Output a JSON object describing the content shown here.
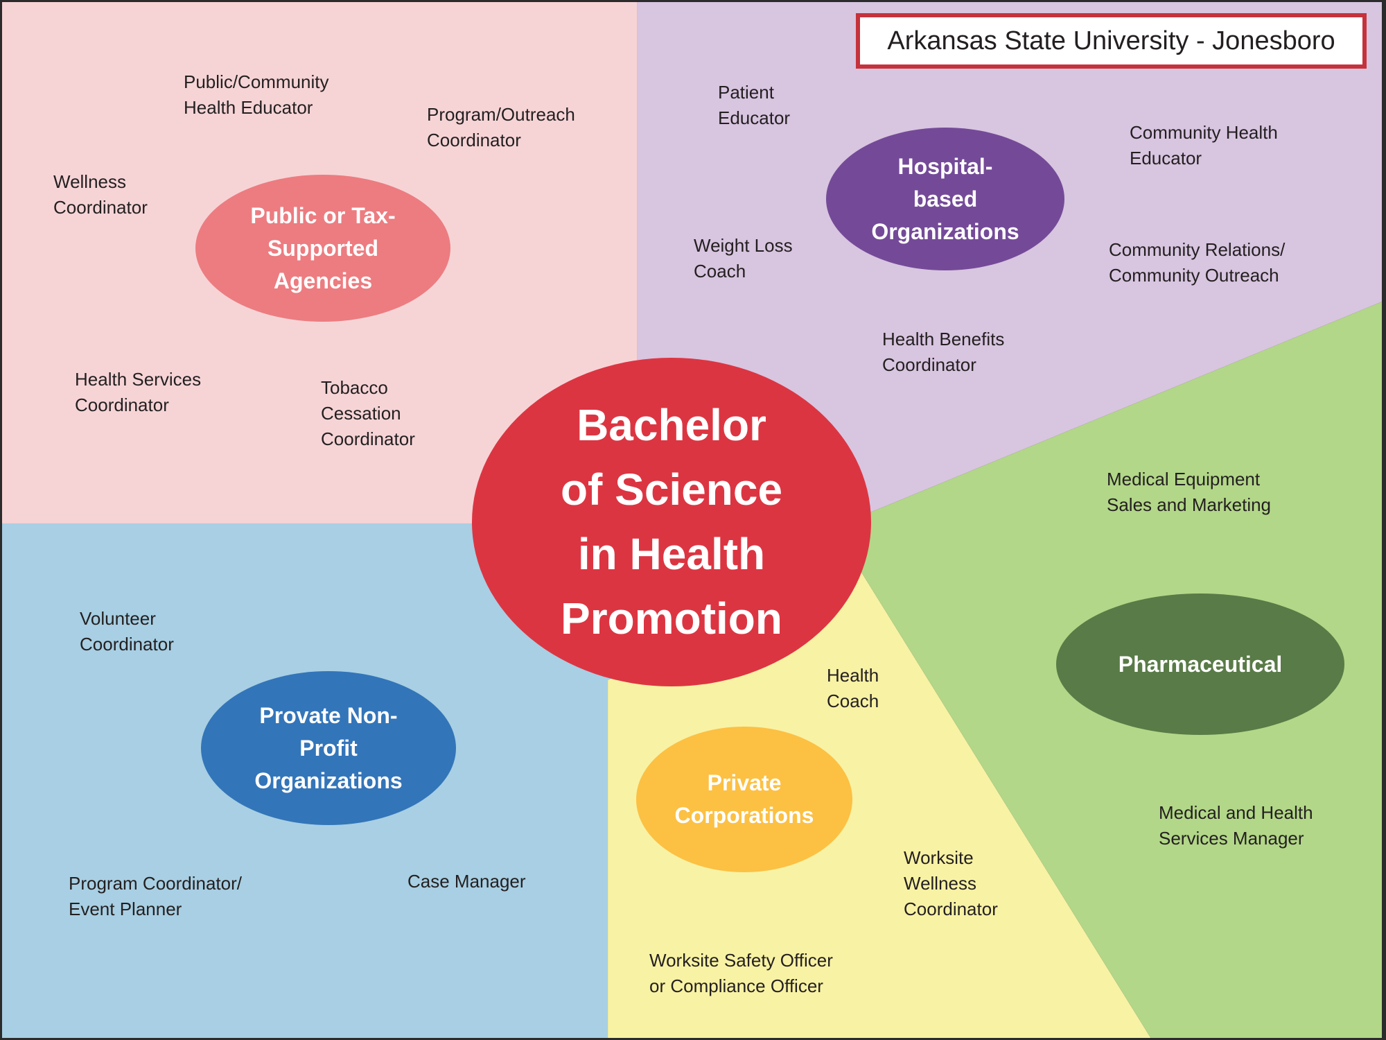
{
  "title": "Arkansas State University - Jonesboro",
  "colors": {
    "pink": "#f6d4d6",
    "purple": "#d8c5e0",
    "blue": "#a8cfe3",
    "yellow": "#f8f2a4",
    "green": "#b2d788",
    "center": "#dc3542"
  },
  "center": "Bachelor\nof Science\nin Health\nPromotion",
  "sectors": {
    "public": {
      "name": "Public or Tax-\nSupported\nAgencies",
      "color": "#ec7c80",
      "jobs": [
        "Public/Community\nHealth Educator",
        "Program/Outreach\nCoordinator",
        "Wellness\nCoordinator",
        "Health Services\nCoordinator",
        "Tobacco\nCessation\nCoordinator"
      ]
    },
    "hospital": {
      "name": "Hospital-\nbased\nOrganizations",
      "color": "#744a98",
      "jobs": [
        "Patient\nEducator",
        "Weight Loss\nCoach",
        "Community Health\nEducator",
        "Community Relations/\nCommunity Outreach",
        "Health Benefits\nCoordinator"
      ]
    },
    "nonprofit": {
      "name": "Provate Non-\nProfit\nOrganizations",
      "color": "#3375b9",
      "jobs": [
        "Volunteer\nCoordinator",
        "Program Coordinator/\nEvent Planner",
        "Case Manager"
      ]
    },
    "private": {
      "name": "Private\nCorporations",
      "color": "#fcc043",
      "jobs": [
        "Health\nCoach",
        "Worksite\nWellness\nCoordinator",
        "Worksite Safety Officer\nor Compliance Officer"
      ]
    },
    "pharma": {
      "name": "Pharmaceutical",
      "color": "#597b47",
      "jobs": [
        "Medical Equipment\nSales and Marketing",
        "Medical and Health\nServices Manager"
      ]
    }
  }
}
